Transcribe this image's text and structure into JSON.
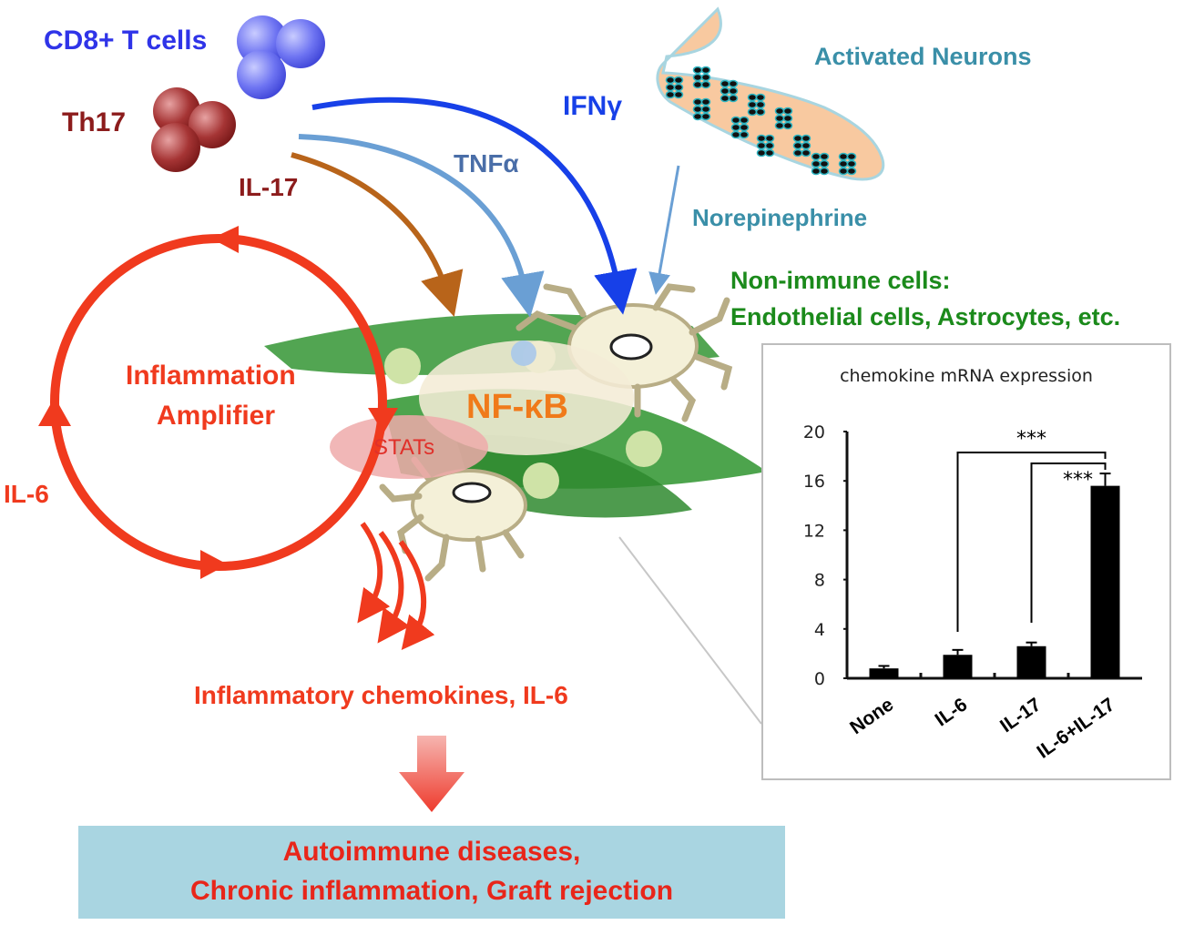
{
  "labels": {
    "cd8": "CD8+ T cells",
    "th17": "Th17",
    "il17": "IL-17",
    "tnf": "TNFα",
    "ifn": "IFNγ",
    "neurons": "Activated Neurons",
    "norepinephrine": "Norepinephrine",
    "nonimmune_line1": "Non-immune cells:",
    "nonimmune_line2": "Endothelial cells, Astrocytes, etc.",
    "amplifier_line1": "Inflammation",
    "amplifier_line2": "Amplifier",
    "nfkb": "NF-κB",
    "stats": "STATs",
    "il6": "IL-6",
    "chemokines": "Inflammatory chemokines, IL-6",
    "outcome_line1": "Autoimmune diseases,",
    "outcome_line2": "Chronic inflammation, Graft rejection"
  },
  "colors": {
    "cd8": "#2f34e8",
    "th17": "#8c1c1c",
    "il17_arrow": "#b8641a",
    "tnf_arrow": "#6a9fd4",
    "ifn_arrow": "#1740e8",
    "neuron_text": "#3a8fa8",
    "nonimmune_text": "#1b8a1b",
    "amplifier_red": "#f03a1e",
    "nfkb_orange": "#f07a1a",
    "outcome_box": "#a9d5e1"
  },
  "chart_data": {
    "type": "bar",
    "title": "chemokine mRNA expression",
    "categories": [
      "None",
      "IL-6",
      "IL-17",
      "IL-6+IL-17"
    ],
    "values": [
      0.8,
      1.9,
      2.6,
      15.6
    ],
    "errors": [
      0.2,
      0.4,
      0.3,
      1.0
    ],
    "ylim": [
      0,
      20
    ],
    "yticks": [
      "0",
      "4",
      "8",
      "12",
      "16",
      "20"
    ],
    "significance": [
      {
        "from": "IL-6",
        "to": "IL-6+IL-17",
        "label": "***"
      },
      {
        "from": "IL-17",
        "to": "IL-6+IL-17",
        "label": "***"
      }
    ],
    "legend": "none",
    "grid": false
  }
}
